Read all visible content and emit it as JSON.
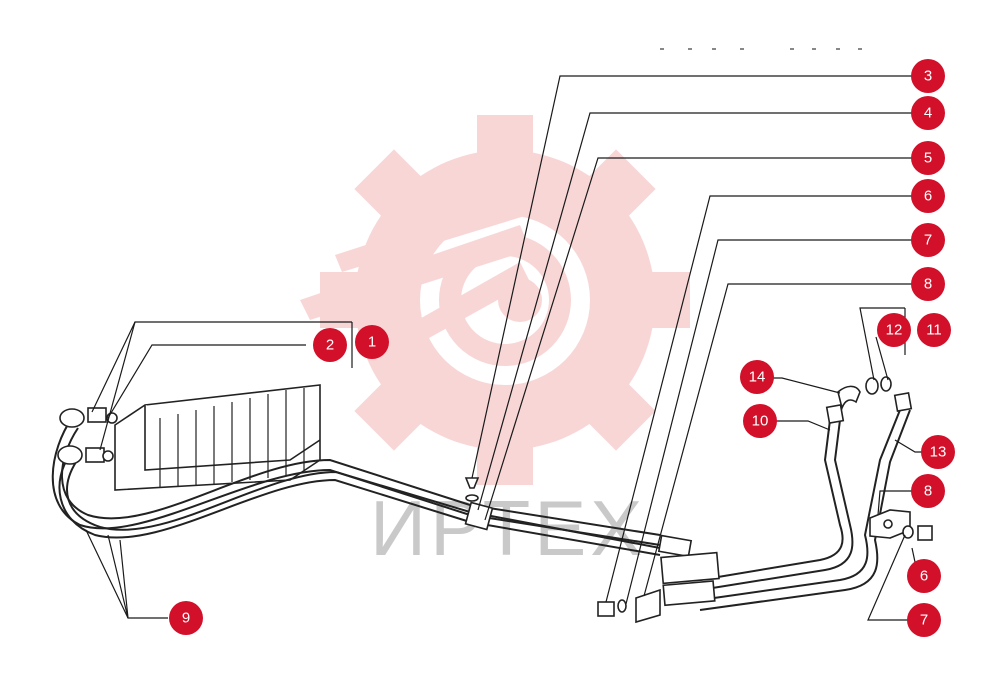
{
  "watermark": {
    "text": "ИРТЕХ",
    "color": "#f4b5b5"
  },
  "accent": "#d2102a",
  "callouts": [
    {
      "id": "c3",
      "label": "3"
    },
    {
      "id": "c4",
      "label": "4"
    },
    {
      "id": "c5",
      "label": "5"
    },
    {
      "id": "c6a",
      "label": "6"
    },
    {
      "id": "c7a",
      "label": "7"
    },
    {
      "id": "c8a",
      "label": "8"
    },
    {
      "id": "c12",
      "label": "12"
    },
    {
      "id": "c11",
      "label": "11"
    },
    {
      "id": "c2",
      "label": "2"
    },
    {
      "id": "c1",
      "label": "1"
    },
    {
      "id": "c14",
      "label": "14"
    },
    {
      "id": "c10",
      "label": "10"
    },
    {
      "id": "c13",
      "label": "13"
    },
    {
      "id": "c8b",
      "label": "8"
    },
    {
      "id": "c6b",
      "label": "6"
    },
    {
      "id": "c7b",
      "label": "7"
    },
    {
      "id": "c9",
      "label": "9"
    }
  ]
}
